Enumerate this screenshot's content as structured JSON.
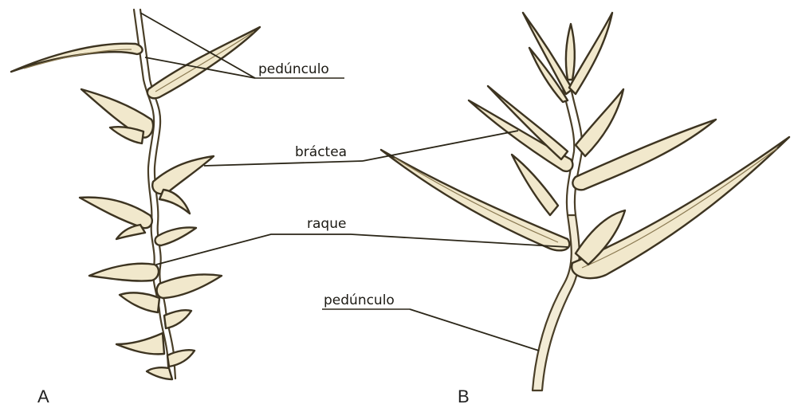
{
  "labels": {
    "pedunculo_a": "pedúnculo",
    "bractea": "bráctea",
    "raque": "raque",
    "pedunculo_b": "pedúnculo",
    "panel_a": "A",
    "panel_b": "B"
  },
  "colors": {
    "bract_fill": "#f1e8cc",
    "outline": "#3d3421",
    "leader": "#2b2618"
  }
}
